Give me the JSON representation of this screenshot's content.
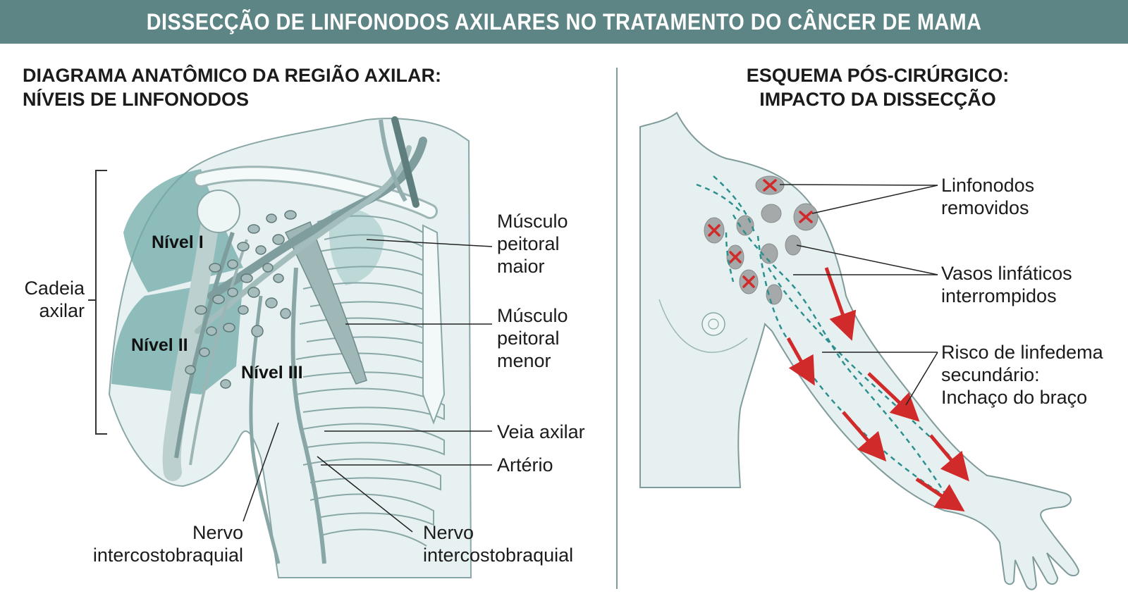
{
  "title": "DISSECÇÃO DE LINFONODOS AXILARES NO TRATAMENTO DO CÂNCER DE MAMA",
  "left_panel": {
    "title_line1": "DIAGRAMA ANATÔMICO DA REGIÃO AXILAR:",
    "title_line2": "NÍVEIS DE LINFONODOS",
    "chain_label_line1": "Cadeia",
    "chain_label_line2": "axilar",
    "levels": [
      "Nível I",
      "Nível II",
      "Nível III"
    ],
    "labels": {
      "pectoralis_major": [
        "Músculo",
        "peitoral",
        "maior"
      ],
      "pectoralis_minor": [
        "Músculo",
        "peitoral",
        "menor"
      ],
      "axillary_vein": "Veia axilar",
      "artery": "Artério",
      "nerve_left": [
        "Nervo",
        "intercostobraquial"
      ],
      "nerve_right": [
        "Nervo",
        "intercostobraquial"
      ]
    }
  },
  "right_panel": {
    "title_line1": "ESQUEMA PÓS-CIRÚRGICO:",
    "title_line2": "IMPACTO DA DISSECÇÃO",
    "labels": {
      "removed_nodes": [
        "Linfonodos",
        "removidos"
      ],
      "vessels": [
        "Vasos linfáticos",
        "interrompidos"
      ],
      "risk": [
        "Risco de linfedema",
        "secundário:",
        "Inchaço do braço"
      ]
    }
  },
  "colors": {
    "banner": "#5e8585",
    "teal_region": "#6fa9a7",
    "skin": "#e6f0f0",
    "outline": "#5f7878",
    "removed_mark": "#d12a2a",
    "lymph_dash": "#2e8f8f",
    "arrow": "#d12a2a"
  }
}
